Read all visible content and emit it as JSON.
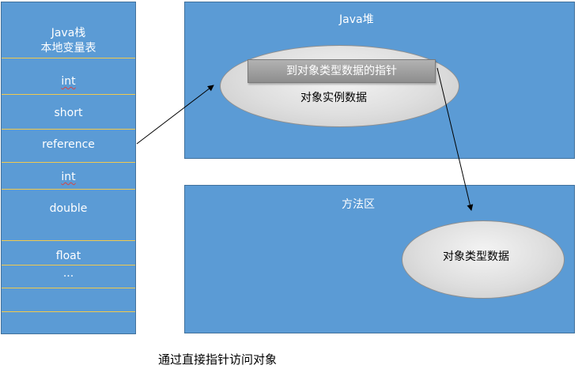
{
  "stack": {
    "title_line1": "Java栈",
    "title_line2": "本地变量表",
    "slots": [
      "int",
      "short",
      "reference",
      "int",
      "double",
      "float",
      "..."
    ]
  },
  "heap": {
    "title": "Java堆",
    "pointer_label": "到对象类型数据的指针",
    "instance_label": "对象实例数据"
  },
  "method_area": {
    "title": "方法区",
    "type_data_label": "对象类型数据"
  },
  "caption": "通过直接指针访问对象",
  "colors": {
    "block_fill": "#5b9bd5",
    "divider": "#f2c94c",
    "ellipse_fill": "#dedede",
    "pointer_bar": "#a0a0a0",
    "arrow": "#000000"
  }
}
